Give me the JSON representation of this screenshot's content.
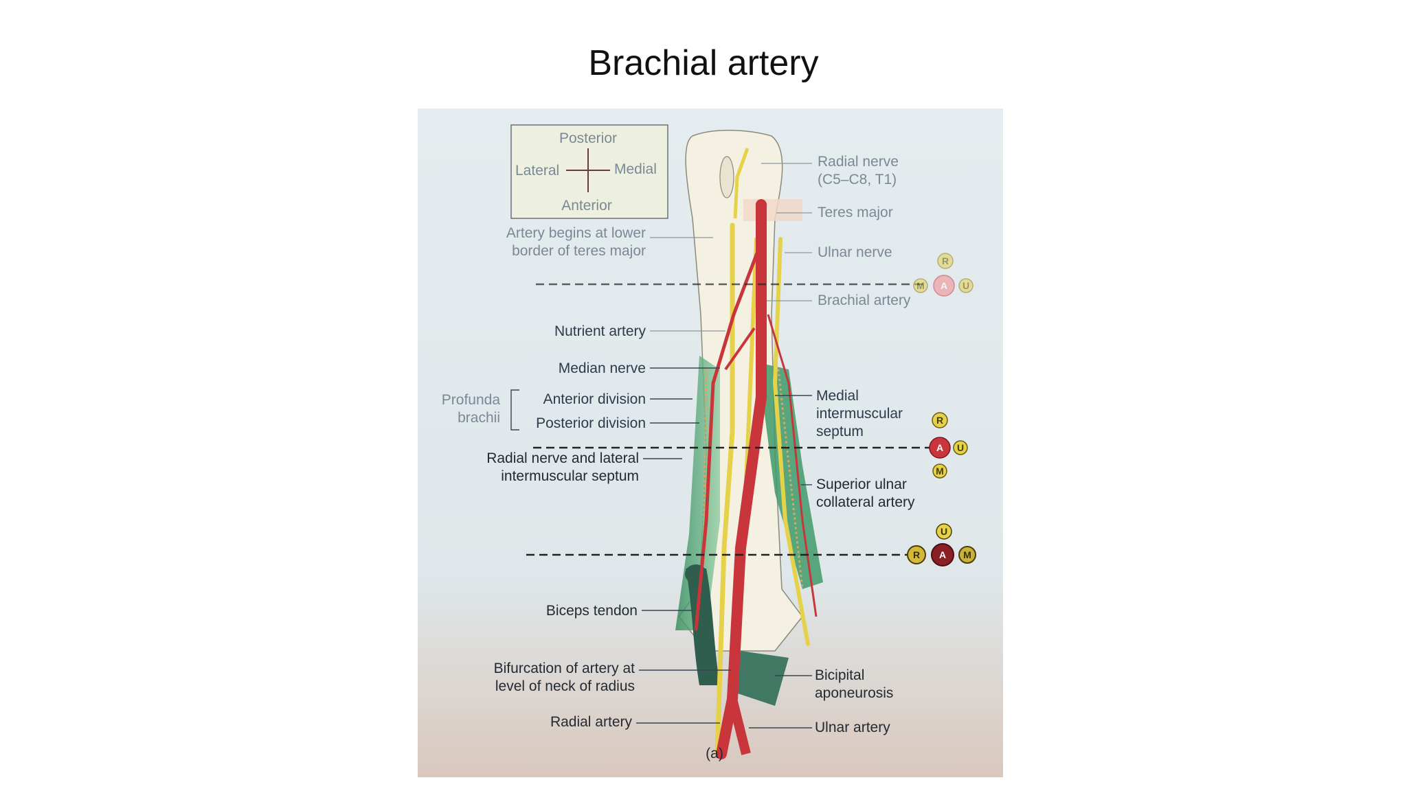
{
  "title": "Brachial artery",
  "orientation": {
    "posterior": "Posterior",
    "lateral": "Lateral",
    "medial": "Medial",
    "anterior": "Anterior"
  },
  "labels": {
    "radial_nerve_1": "Radial nerve",
    "radial_nerve_2": "(C5–C8, T1)",
    "teres_major": "Teres major",
    "ulnar_nerve": "Ulnar nerve",
    "brachial_artery": "Brachial artery",
    "artery_begins_1": "Artery begins at lower",
    "artery_begins_2": "border of teres major",
    "nutrient_artery": "Nutrient artery",
    "median_nerve": "Median nerve",
    "profunda_1": "Profunda",
    "profunda_2": "brachii",
    "anterior_division": "Anterior division",
    "posterior_division": "Posterior division",
    "radial_lateral_1": "Radial nerve and lateral",
    "radial_lateral_2": "intermuscular septum",
    "medial_septum_1": "Medial",
    "medial_septum_2": "intermuscular",
    "medial_septum_3": "septum",
    "sup_ulnar_1": "Superior ulnar",
    "sup_ulnar_2": "collateral artery",
    "biceps_tendon": "Biceps tendon",
    "bifurcation_1": "Bifurcation of artery at",
    "bifurcation_2": "level of neck of radius",
    "bicipital_1": "Bicipital",
    "bicipital_2": "aponeurosis",
    "radial_artery": "Radial artery",
    "ulnar_artery": "Ulnar artery",
    "caption": "(a)"
  },
  "cross_sections": {
    "upper": {
      "r": "R",
      "m": "M",
      "a": "A",
      "u": "U"
    },
    "middle": {
      "r": "R",
      "a": "A",
      "u": "U",
      "m": "M"
    },
    "lower": {
      "u": "U",
      "r": "R",
      "a": "A",
      "m": "M"
    }
  },
  "colors": {
    "artery": "#c8353b",
    "nerve": "#e6d24a",
    "muscle": "#3f9a6a",
    "bone": "#f4f1e2",
    "vein_tendon": "#2f5d4e",
    "background": "#dfe8ec"
  }
}
